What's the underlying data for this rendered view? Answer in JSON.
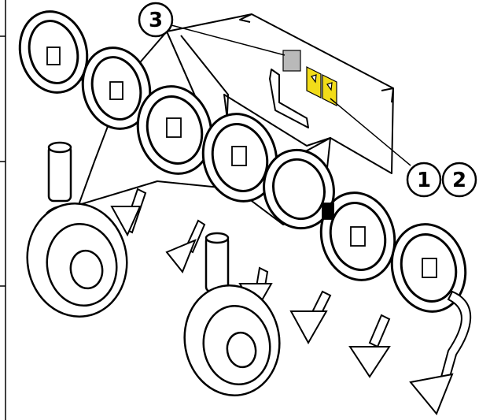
{
  "callouts": [
    {
      "id": "c3",
      "label": "3"
    },
    {
      "id": "c1",
      "label": "1"
    },
    {
      "id": "c2",
      "label": "2"
    }
  ],
  "colors": {
    "line": "#000000",
    "decal_gray": "#b9b9b9",
    "decal_warning": "#f2dc19",
    "paper": "#ffffff"
  }
}
